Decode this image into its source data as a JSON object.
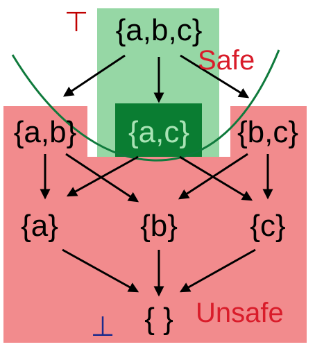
{
  "lattice": {
    "top": {
      "symbol": "⊤",
      "set": "{a,b,c}"
    },
    "mid": {
      "ab": "{a,b}",
      "ac": "{a,c}",
      "bc": "{b,c}"
    },
    "low": {
      "a": "{a}",
      "b": "{b}",
      "c": "{c}"
    },
    "bottom": {
      "symbol": "⊥",
      "set": "{ }"
    }
  },
  "labels": {
    "safe": "Safe",
    "unsafe": "Unsafe"
  },
  "colors": {
    "unsafe_region": "#f28b8d",
    "safe_region": "#96d7a5",
    "safe_node": "#0a7d32",
    "boundary_curve": "#0f7a3c",
    "label_red": "#d91c2a",
    "top_symbol": "#c00000",
    "bottom_symbol": "#1c2a8c"
  }
}
